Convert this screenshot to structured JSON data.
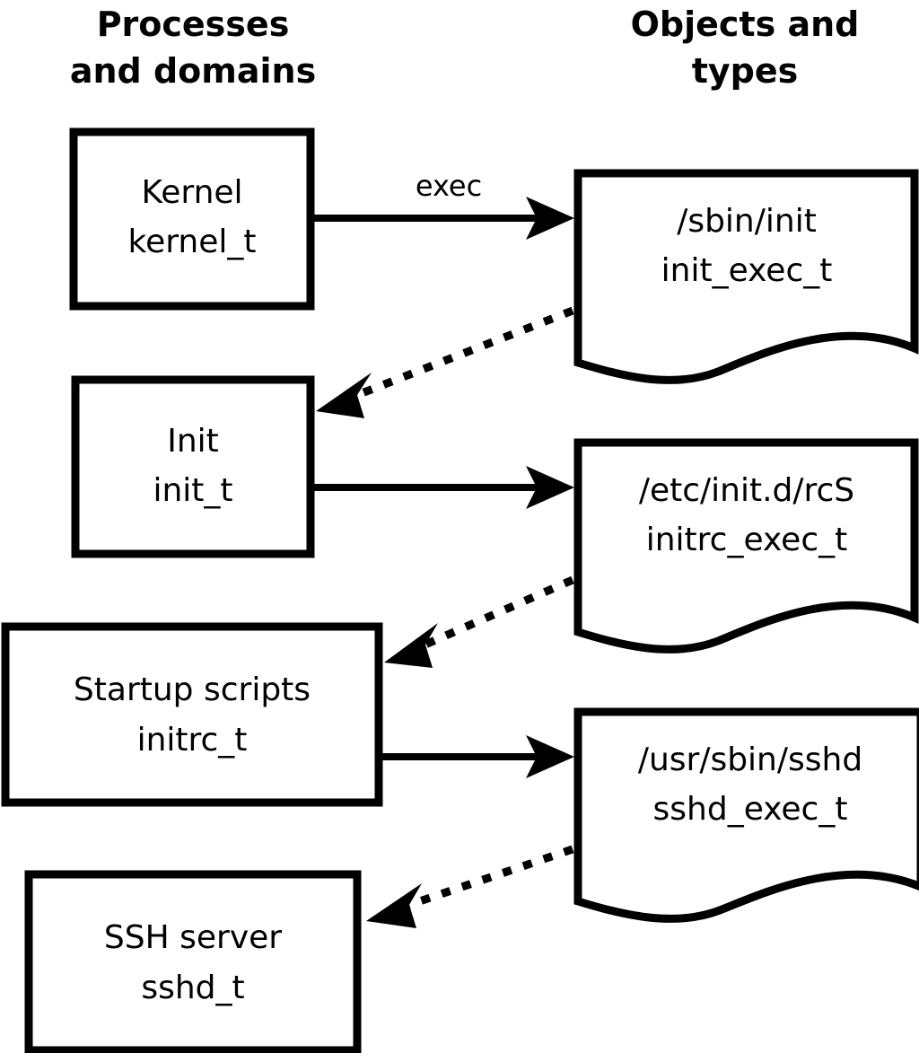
{
  "diagram": {
    "title_left": "Processes\nand domains",
    "headers": {
      "left": {
        "line1": "Processes",
        "line2": "and domains"
      },
      "right": {
        "line1": "Objects and",
        "line2": "types"
      }
    },
    "colors": {
      "background": "#ffffff",
      "stroke": "#000000",
      "text": "#000000"
    },
    "processes": [
      {
        "id": "kernel",
        "name": "Kernel",
        "type": "kernel_t"
      },
      {
        "id": "init",
        "name": "Init",
        "type": "init_t"
      },
      {
        "id": "initrc",
        "name": "Startup scripts",
        "type": "initrc_t"
      },
      {
        "id": "sshd",
        "name": "SSH server",
        "type": "sshd_t"
      }
    ],
    "objects": [
      {
        "id": "init_exec",
        "path": "/sbin/init",
        "type": "init_exec_t"
      },
      {
        "id": "initrc_exec",
        "path": "/etc/init.d/rcS",
        "type": "initrc_exec_t"
      },
      {
        "id": "sshd_exec",
        "path": "/usr/sbin/sshd",
        "type": "sshd_exec_t"
      }
    ],
    "edges": [
      {
        "id": "kernel-exec-init",
        "from": "kernel",
        "to": "init_exec",
        "label": "exec",
        "style": "solid"
      },
      {
        "id": "init_exec-transition-init",
        "from": "init_exec",
        "to": "init",
        "label": "",
        "style": "dotted"
      },
      {
        "id": "init-exec-initrc",
        "from": "init",
        "to": "initrc_exec",
        "label": "",
        "style": "solid"
      },
      {
        "id": "initrc_exec-transition-initrc",
        "from": "initrc_exec",
        "to": "initrc",
        "label": "",
        "style": "dotted"
      },
      {
        "id": "initrc-exec-sshd",
        "from": "initrc",
        "to": "sshd_exec",
        "label": "",
        "style": "solid"
      },
      {
        "id": "sshd_exec-transition-sshd",
        "from": "sshd_exec",
        "to": "sshd",
        "label": "",
        "style": "dotted"
      }
    ]
  }
}
